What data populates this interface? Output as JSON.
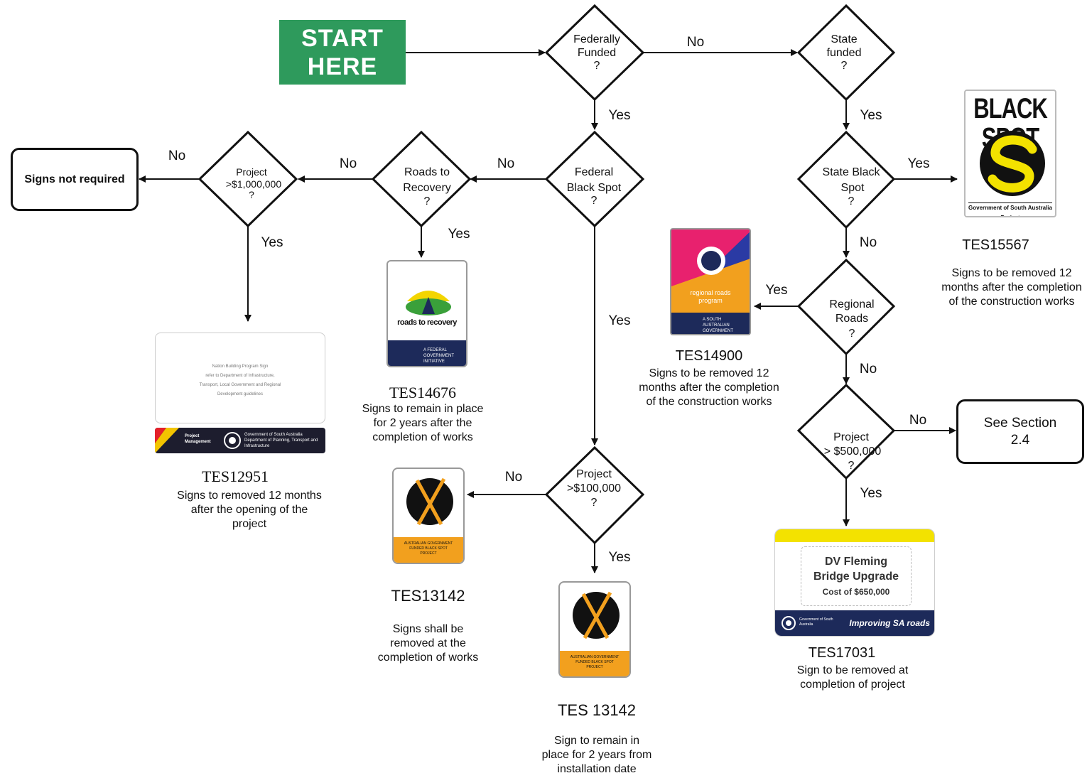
{
  "start": {
    "line1": "START",
    "line2": "HERE"
  },
  "decisions": {
    "federally_funded": [
      "Federally",
      "Funded",
      "?"
    ],
    "state_funded": [
      "State",
      "funded",
      "?"
    ],
    "federal_black_spot": [
      "Federal",
      "Black Spot",
      "?"
    ],
    "roads_to_recovery": [
      "Roads to",
      "Recovery",
      "?"
    ],
    "project_1m": [
      "Project",
      ">$1,000,000",
      "?"
    ],
    "state_black_spot": [
      "State Black",
      "Spot",
      "?"
    ],
    "regional_roads": [
      "Regional",
      "Roads",
      "?"
    ],
    "project_500k": [
      "Project",
      "> $500,000",
      "?"
    ],
    "project_100k": [
      "Project",
      ">$100,000",
      "?"
    ]
  },
  "edge_labels": {
    "no": "No",
    "yes": "Yes"
  },
  "terminals": {
    "signs_not_required": "Signs not required",
    "see_section": [
      "See Section",
      "2.4"
    ]
  },
  "outcomes": {
    "tes15567": {
      "code": "TES15567",
      "desc": [
        "Signs to be removed  12",
        "months after  the completion",
        "of the construction  works"
      ]
    },
    "tes14900": {
      "code": "TES14900",
      "desc": [
        "Signs to be removed  12",
        "months after  the completion",
        "of the construction  works"
      ]
    },
    "tes14676": {
      "code": "TES14676",
      "desc": [
        "Signs to remain in place",
        "for 2 years  after  the",
        "completion of works"
      ]
    },
    "tes12951": {
      "code": "TES12951",
      "desc": [
        "Signs to removed  12 months",
        "after  the  opening  of  the",
        "project"
      ]
    },
    "tes13142_a": {
      "code": "TES13142",
      "desc": [
        "Signs shall be",
        "removed at     the",
        "completion of works"
      ]
    },
    "tes13142_b": {
      "code": "TES 13142",
      "desc": [
        "Sign to remain in",
        "place for  2 years from",
        "installation date"
      ]
    },
    "tes17031": {
      "code": "TES17031",
      "desc": [
        "Sign to be removed  at",
        "completion  of project"
      ]
    }
  },
  "signs": {
    "black_spot": {
      "title": "BLACK SPOT",
      "footer": "Government of South Australia Project"
    },
    "regional": {
      "line1": "regional roads",
      "line2": "program",
      "footer": "A SOUTH AUSTRALIAN GOVERNMENT INITIATIVE"
    },
    "recovery": {
      "label": "roads to recovery",
      "footer": "A FEDERAL GOVERNMENT INITIATIVE"
    },
    "nation_building": {
      "text": [
        "Nation Building Program Sign",
        "refer to Department of Infrastructure,",
        "Transport, Local Government and Regional",
        "Development guidelines"
      ],
      "footer_left": "Project Management",
      "footer_right": "Government of South Australia",
      "footer_right2": "Department of Planning, Transport and Infrastructure"
    },
    "bridge": {
      "line1": "DV Fleming",
      "line2": "Bridge Upgrade",
      "line3": "Cost of $650,000",
      "footer_left": "Government of South Australia",
      "footer_right": "Improving SA roads"
    },
    "federal_black_spot_panel": "AUSTRALIAN GOVERNMENT FUNDED BLACK SPOT PROJECT"
  },
  "colors": {
    "start_green": "#2e9a5c",
    "black_spot_yellow": "#f3e200",
    "orange_panel": "#f2a01e",
    "navy": "#1d2a5a",
    "magenta": "#e8216e",
    "blue": "#2a3aa4"
  }
}
